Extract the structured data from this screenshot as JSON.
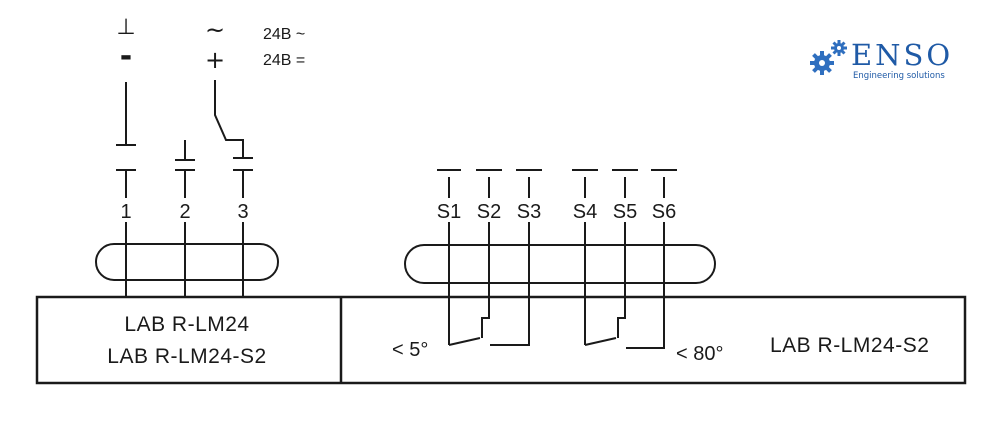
{
  "logo": {
    "name": "ENSO",
    "tagline": "Engineering solutions",
    "color_primary": "#1f5aa6",
    "color_gear": "#2f6fbf"
  },
  "power": {
    "minus_symbol": "-",
    "tilde_symbol": "~",
    "plus_symbol": "+",
    "ac_label": "24B ~",
    "dc_label": "24B ="
  },
  "left_terminals": [
    "1",
    "2",
    "3"
  ],
  "switch_terminals": [
    "S1",
    "S2",
    "S3",
    "S4",
    "S5",
    "S6"
  ],
  "left_box": {
    "line1": "LAB R-LM24",
    "line2": "LAB R-LM24-S2"
  },
  "right_box": {
    "angle_low": "< 5°",
    "angle_high": "< 80°",
    "model": "LAB R-LM24-S2"
  },
  "colors": {
    "line": "#1a1a1a",
    "background": "#ffffff"
  }
}
